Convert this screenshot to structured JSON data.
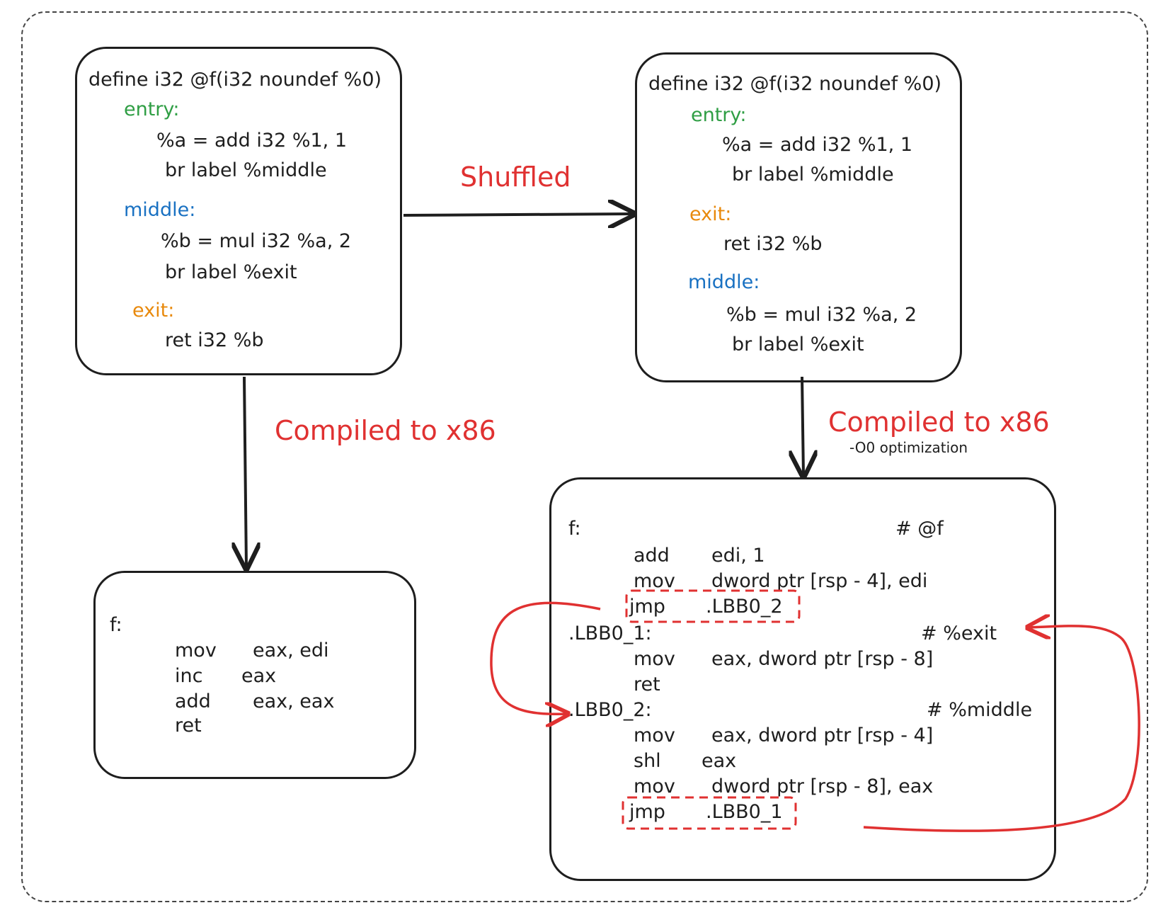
{
  "ir_original": {
    "signature": "define i32 @f(i32 noundef %0)",
    "blocks": [
      {
        "label": "entry:",
        "lines": [
          "%a = add i32 %1, 1",
          "br label %middle"
        ]
      },
      {
        "label": "middle:",
        "lines": [
          "%b = mul i32 %a, 2",
          "br label %exit"
        ]
      },
      {
        "label": "exit:",
        "lines": [
          "ret i32 %b"
        ]
      }
    ]
  },
  "ir_shuffled": {
    "signature": "define i32 @f(i32 noundef %0)",
    "blocks": [
      {
        "label": "entry:",
        "lines": [
          "%a = add i32 %1, 1",
          "br label %middle"
        ]
      },
      {
        "label": "exit:",
        "lines": [
          "ret i32 %b"
        ]
      },
      {
        "label": "middle:",
        "lines": [
          "%b = mul i32 %a, 2",
          "br label %exit"
        ]
      }
    ]
  },
  "captions": {
    "shuffled": "Shuffled",
    "compiled_left": "Compiled to x86",
    "compiled_right": "Compiled to x86",
    "optimization_note": "-O0 optimization"
  },
  "asm_left": {
    "label": "f:",
    "rows": [
      {
        "op": "mov",
        "args": "eax, edi"
      },
      {
        "op": "inc",
        "args": "eax"
      },
      {
        "op": "add",
        "args": "eax, eax"
      },
      {
        "op": "ret",
        "args": ""
      }
    ]
  },
  "asm_right": {
    "label": "f:",
    "label_comment": "# @f",
    "rows": [
      {
        "op": "add",
        "args": "edi, 1"
      },
      {
        "op": "mov",
        "args": "dword ptr [rsp - 4], edi"
      },
      {
        "op": "jmp",
        "args": ".LBB0_2"
      }
    ],
    "block1": {
      "label": ".LBB0_1:",
      "comment": "# %exit",
      "rows": [
        {
          "op": "mov",
          "args": "eax, dword ptr [rsp - 8]"
        },
        {
          "op": "ret",
          "args": ""
        }
      ]
    },
    "block2": {
      "label": ".LBB0_2:",
      "comment": "# %middle",
      "rows": [
        {
          "op": "mov",
          "args": "eax, dword ptr [rsp - 4]"
        },
        {
          "op": "shl",
          "args": "eax"
        },
        {
          "op": "mov",
          "args": "dword ptr [rsp - 8], eax"
        },
        {
          "op": "jmp",
          "args": ".LBB0_1"
        }
      ]
    }
  },
  "colors": {
    "entry": "#2f9e44",
    "middle": "#1971c2",
    "exit": "#e8890c",
    "highlight": "#e03131"
  }
}
